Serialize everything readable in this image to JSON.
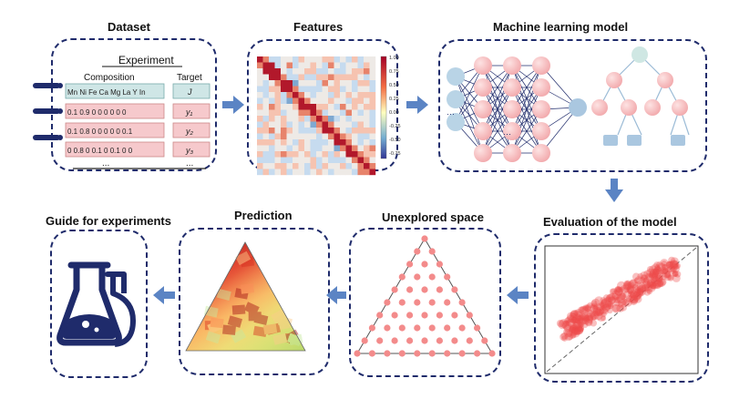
{
  "titles": {
    "dataset": "Dataset",
    "features": "Features",
    "ml_model": "Machine learning model",
    "evaluation": "Evaluation of the model",
    "unexplored": "Unexplored space",
    "prediction": "Prediction",
    "guide": "Guide for experiments"
  },
  "dataset": {
    "experiment": "Experiment",
    "composition": "Composition",
    "target": "Target",
    "header_elements": "Mn Ni  Fe Ca Mg La Y  In",
    "target_symbol": "J",
    "rows": [
      {
        "values": "0.1 0.9  0   0   0   0   0   0",
        "target": "y₁"
      },
      {
        "values": "0.1 0.8  0   0   0   0   0  0.1",
        "target": "y₂"
      },
      {
        "values": " 0  0.8  0  0.1  0  0.1  0   0",
        "target": "y₃"
      }
    ],
    "ellipsis_values": "...",
    "ellipsis_target": "..."
  },
  "heatmap": {
    "colorbar_ticks": [
      "1.00",
      "0.75",
      "0.50",
      "0.25",
      "0.00",
      "-0.25",
      "-0.50",
      "-0.75"
    ]
  },
  "colors": {
    "border": "#1f2b6b",
    "arrow": "#5b84c4",
    "node_pink": "#f4b6b8",
    "node_blue": "#aac7e0",
    "scatter": "#ef4a4a",
    "flask": "#1f2b6b"
  }
}
